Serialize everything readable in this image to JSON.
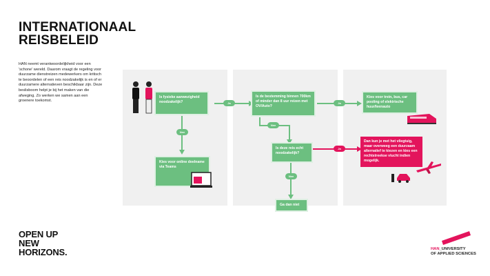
{
  "title_lines": [
    "INTERNATIONAAL",
    "REISBELEID"
  ],
  "intro": "HAN neemt verantwoordelijkheid voor een 'schone' wereld. Daarom vraagt de regeling voor duurzame dienstreizen medewerkers om kritisch te beoordelen of een reis noodzakelijk is en of er duurzamere alternatieven beschikbaar zijn. Deze beslisboom helpt je bij het maken van die afweging. Zo werken we samen aan een groenere toekomst.",
  "nodes": {
    "q1": "Is fysieke aanwezigheid noodzakelijk?",
    "online": "Kies voor online deelname via Teams",
    "q2": "Is de bestemming binnen 700km of minder dan 8 uur reizen met OV/Auto?",
    "q3": "Is deze reis echt noodzakelijk?",
    "go": "Ga dan niet",
    "train": "Kies voor trein, bus, car pooling of elektrische huur/leenauto",
    "plane": "Dan kun je met het vliegtuig, maar overweeg een duurzaam alternatief te kiezen en kies een rechtstreekse vlucht indien mogelijk."
  },
  "labels": {
    "ja": "Ja",
    "nee": "Nee"
  },
  "slogan_lines": [
    "OPEN UP",
    "NEW",
    "HORIZONS."
  ],
  "logo": {
    "han": "HAN",
    "line1": "_UNIVERSITY",
    "line2": "OF APPLIED SCIENCES"
  },
  "colors": {
    "green": "#6cbf80",
    "pink": "#e3145c",
    "panel": "#f0f0f0"
  }
}
